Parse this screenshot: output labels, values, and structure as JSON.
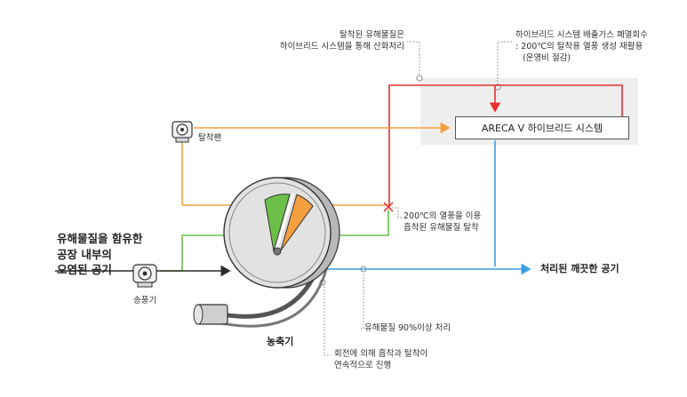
{
  "labels": {
    "oxidation_line1": "탈착된 유해물질은",
    "oxidation_line2": "하이브리드 시스템을 통해 산화처리",
    "heat_recovery_line1": "하이브리드 시스템 배출가스 폐열회수",
    "heat_recovery_line2": ": 200℃의 탈착용 열풍 생성 재활용",
    "heat_recovery_line3": "(운영비 절감)",
    "hybrid_system": "ARECA V 하이브리드 시스템",
    "desorption_fan": "탈착팬",
    "desorb_line1": "200℃의 열풍을 이용",
    "desorb_line2": "흡착된 유해물질 탈착",
    "inlet_line1": "유해물질을 함유한",
    "inlet_line2": "공장 내부의",
    "inlet_line3": "오염된 공기",
    "clean_air": "처리된 깨끗한 공기",
    "blower": "송풍기",
    "removal": "유해물질 90%이상 처리",
    "concentrator": "농축기",
    "rotation_line1": "회전에 의해 흡착과 탈착이",
    "rotation_line2": "연속적으로 진행"
  },
  "colors": {
    "red": "#e5312f",
    "orange": "#f4a040",
    "green": "#6cc04a",
    "blue": "#3aa0e6",
    "black": "#2b2b2b",
    "highlight": "#eeeeee"
  }
}
